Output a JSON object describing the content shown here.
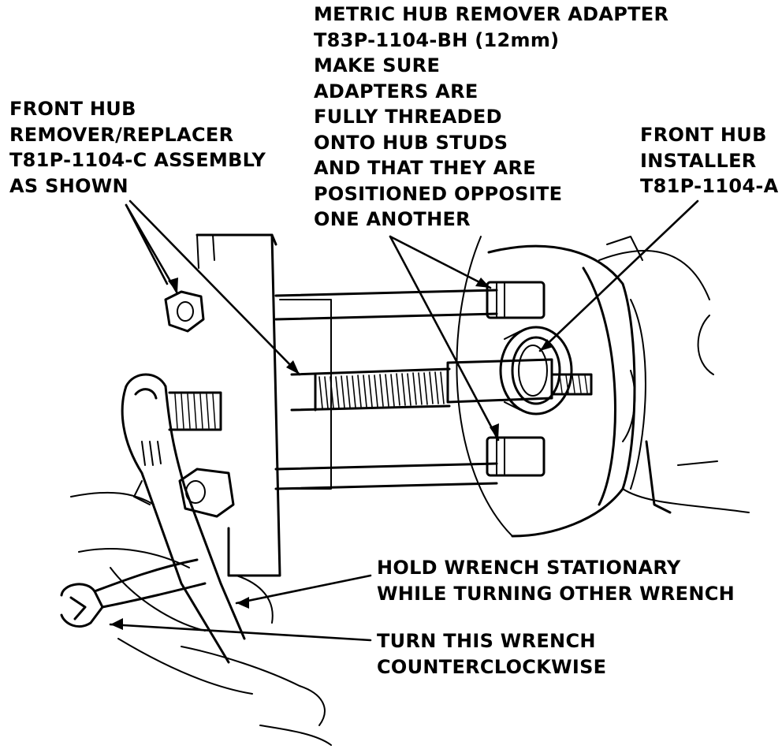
{
  "callouts": {
    "front_hub_remover": {
      "lines": [
        "FRONT HUB",
        "REMOVER/REPLACER",
        "T81P-1104-C ASSEMBLY",
        "AS SHOWN"
      ]
    },
    "metric_adapter": {
      "lines": [
        "METRIC HUB REMOVER ADAPTER",
        "T83P-1104-BH (12mm)",
        "MAKE SURE",
        "ADAPTERS ARE",
        "FULLY THREADED",
        "ONTO HUB STUDS",
        "AND THAT THEY ARE",
        "POSITIONED OPPOSITE",
        "ONE ANOTHER"
      ]
    },
    "front_hub_installer": {
      "lines": [
        "FRONT HUB",
        "INSTALLER",
        "T81P-1104-A"
      ]
    },
    "hold_wrench": {
      "lines": [
        "HOLD WRENCH STATIONARY",
        "WHILE TURNING OTHER WRENCH"
      ]
    },
    "turn_wrench": {
      "lines": [
        "TURN THIS WRENCH",
        "COUNTERCLOCKWISE"
      ]
    }
  },
  "colors": {
    "ink": "#000000",
    "paper": "#ffffff"
  }
}
